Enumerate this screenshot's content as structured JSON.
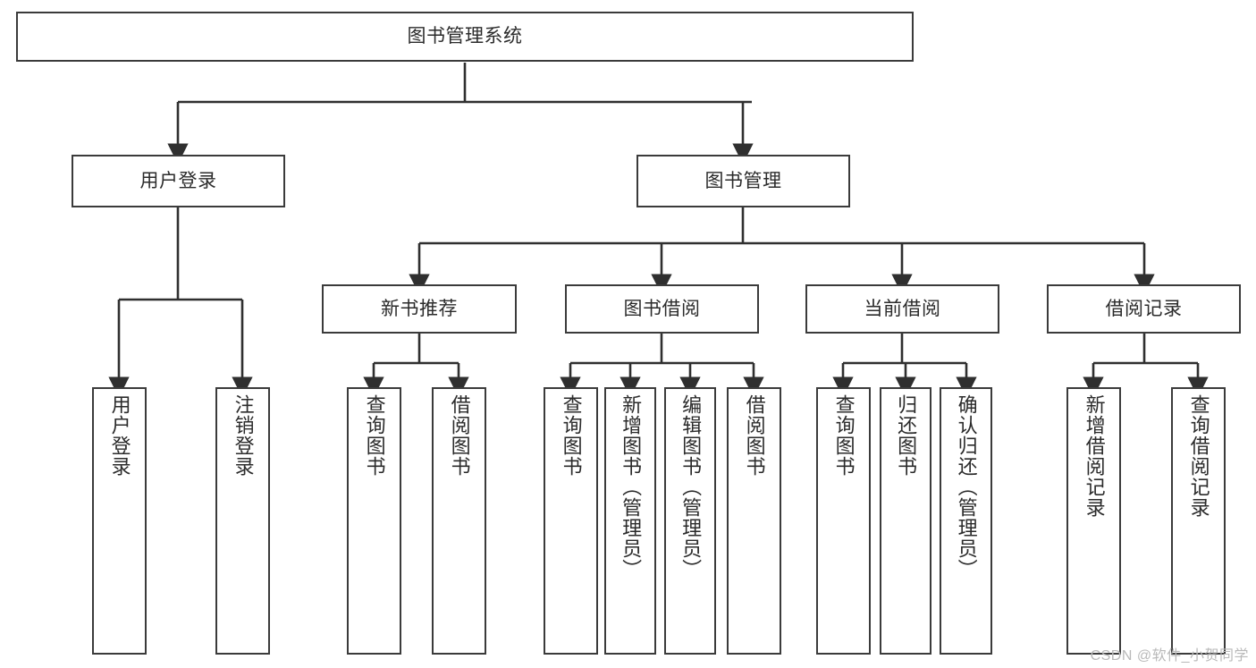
{
  "diagram": {
    "title": "图书管理系统",
    "type": "tree",
    "levels": 4,
    "root": {
      "id": "root",
      "label": "图书管理系统"
    },
    "level2": [
      {
        "id": "user-login",
        "label": "用户登录"
      },
      {
        "id": "book-manage",
        "label": "图书管理"
      }
    ],
    "level3": [
      {
        "id": "new-book-rec",
        "label": "新书推荐",
        "parent": "book-manage"
      },
      {
        "id": "book-borrow",
        "label": "图书借阅",
        "parent": "book-manage"
      },
      {
        "id": "current-borrow",
        "label": "当前借阅",
        "parent": "book-manage"
      },
      {
        "id": "borrow-record",
        "label": "借阅记录",
        "parent": "book-manage"
      }
    ],
    "leaves": [
      {
        "id": "leaf-user-login",
        "label": "用户登录",
        "parent": "user-login"
      },
      {
        "id": "leaf-user-logout",
        "label": "注销登录",
        "parent": "user-login"
      },
      {
        "id": "leaf-query-book-1",
        "label": "查询图书",
        "parent": "new-book-rec"
      },
      {
        "id": "leaf-borrow-book-1",
        "label": "借阅图书",
        "parent": "new-book-rec"
      },
      {
        "id": "leaf-query-book-2",
        "label": "查询图书",
        "parent": "book-borrow"
      },
      {
        "id": "leaf-add-book",
        "label": "新增图书（管理员）",
        "parent": "book-borrow"
      },
      {
        "id": "leaf-edit-book",
        "label": "编辑图书（管理员）",
        "parent": "book-borrow"
      },
      {
        "id": "leaf-borrow-book-2",
        "label": "借阅图书",
        "parent": "book-borrow"
      },
      {
        "id": "leaf-query-book-3",
        "label": "查询图书",
        "parent": "current-borrow"
      },
      {
        "id": "leaf-return-book",
        "label": "归还图书",
        "parent": "current-borrow"
      },
      {
        "id": "leaf-confirm-return",
        "label": "确认归还（管理员）",
        "parent": "current-borrow"
      },
      {
        "id": "leaf-add-record",
        "label": "新增借阅记录",
        "parent": "borrow-record"
      },
      {
        "id": "leaf-query-record",
        "label": "查询借阅记录",
        "parent": "borrow-record"
      }
    ]
  },
  "watermark": {
    "text": "CSDN @软件_小贺同学"
  },
  "colors": {
    "box_border": "#3b3b3b",
    "box_fill": "#ffffff",
    "edge": "#2f2f2f",
    "text": "#2b2b2b",
    "watermark": "#b9b9b9",
    "background": "#ffffff"
  }
}
